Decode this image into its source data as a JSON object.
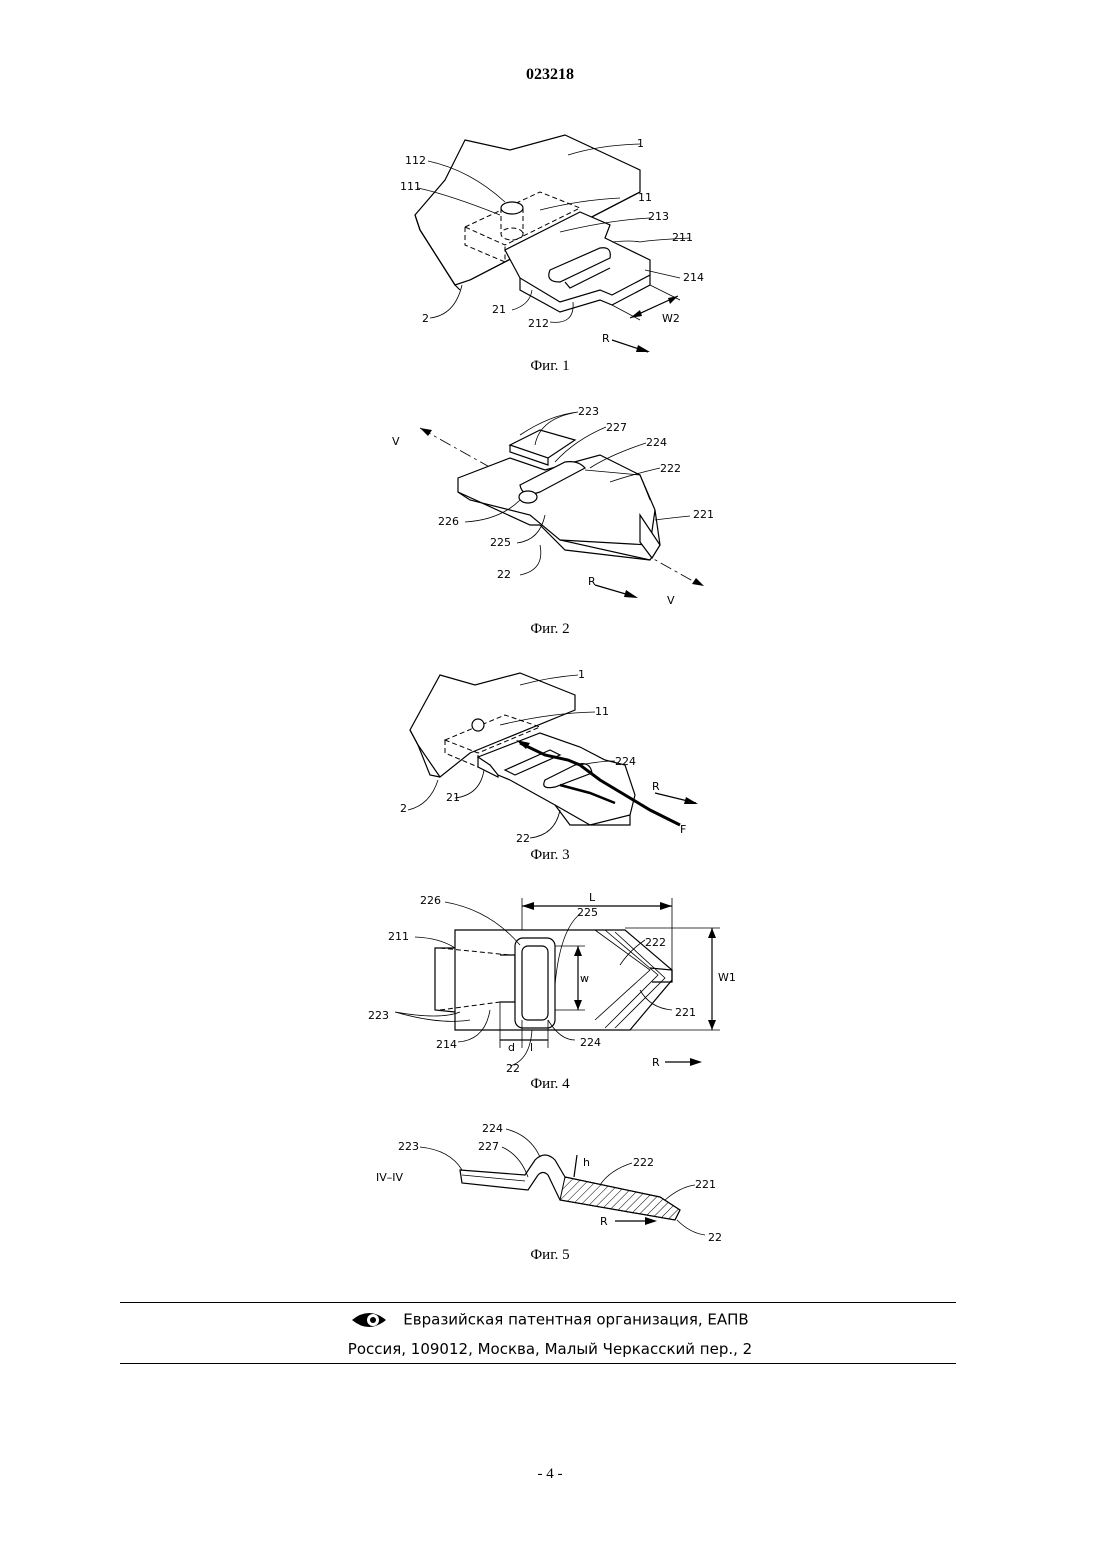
{
  "header": {
    "patent_number": "023218"
  },
  "figures": [
    {
      "caption": "Фиг. 1",
      "labels": [
        "1",
        "112",
        "111",
        "11",
        "213",
        "211",
        "214",
        "2",
        "21",
        "212",
        "W2",
        "R"
      ]
    },
    {
      "caption": "Фиг. 2",
      "labels": [
        "V",
        "223",
        "227",
        "224",
        "222",
        "221",
        "226",
        "225",
        "22",
        "R",
        "V"
      ]
    },
    {
      "caption": "Фиг. 3",
      "labels": [
        "1",
        "11",
        "224",
        "R",
        "2",
        "21",
        "22",
        "F"
      ]
    },
    {
      "caption": "Фиг. 4",
      "labels": [
        "L",
        "226",
        "225",
        "211",
        "222",
        "W1",
        "w",
        "223",
        "221",
        "214",
        "d",
        "l",
        "224",
        "22",
        "R"
      ]
    },
    {
      "caption": "Фиг. 5",
      "labels": [
        "224",
        "227",
        "223",
        "h",
        "222",
        "IV–IV",
        "221",
        "R",
        "22"
      ]
    }
  ],
  "footer": {
    "organization": "Евразийская патентная организация, ЕАПВ",
    "address": "Россия, 109012, Москва, Малый Черкасский пер., 2"
  },
  "page_number": "- 4 -"
}
